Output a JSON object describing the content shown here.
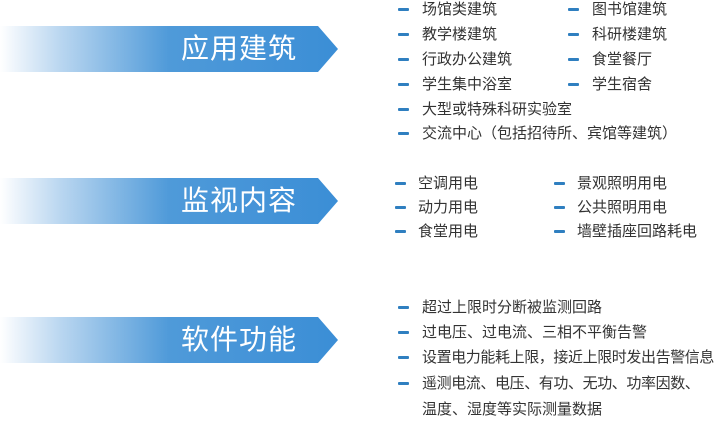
{
  "colors": {
    "banner_fill": "#3b8ed6",
    "bullet": "#2f7fc0",
    "text": "#333333"
  },
  "sections": [
    {
      "title": "应用建筑",
      "items": [
        "场馆类建筑",
        "图书馆建筑",
        "教学楼建筑",
        "科研楼建筑",
        "行政办公建筑",
        "食堂餐厅",
        "学生集中浴室",
        "学生宿舍",
        "大型或特殊科研实验室",
        "交流中心（包括招待所、宾馆等建筑）"
      ]
    },
    {
      "title": "监视内容",
      "items": [
        "空调用电",
        "景观照明用电",
        "动力用电",
        "公共照明用电",
        "食堂用电",
        "墙壁插座回路耗电"
      ]
    },
    {
      "title": "软件功能",
      "items": [
        "超过上限时分断被监测回路",
        "过电压、过电流、三相不平衡告警",
        "设置电力能耗上限，接近上限时发出告警信息",
        "遥测电流、电压、有功、无功、功率因数、",
        "温度、湿度等实际测量数据"
      ]
    }
  ]
}
